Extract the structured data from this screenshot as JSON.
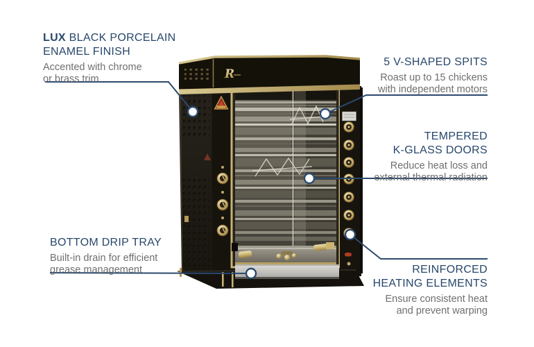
{
  "theme": {
    "background": "#ffffff",
    "accent_navy": "#2b4a6f",
    "heading_color": "#27476b",
    "body_text_color": "#6f6f6f",
    "brass_trim": "#c6b173",
    "oven_black": "#17140e",
    "drip_tray_gray": "#c9c8c4",
    "warning_red": "#93301f",
    "callout_dot_fill": "#ffffff"
  },
  "product": {
    "description": "Rotisserie oven, black porcelain enamel finish with brass trim, glass doors and control knobs",
    "logo_glyph": "R"
  },
  "callouts": {
    "finish": {
      "heading_bold": "LUX",
      "heading_line1_rest": " BLACK PORCELAIN",
      "heading_line2": "ENAMEL FINISH",
      "desc_line1": "Accented with chrome",
      "desc_line2": "or brass trim"
    },
    "spits": {
      "heading_line1": "5 V-SHAPED SPITS",
      "desc_line1": "Roast up to 15 chickens",
      "desc_line2": "with independent motors"
    },
    "glass_doors": {
      "heading_line1": "TEMPERED",
      "heading_line2": "K-GLASS DOORS",
      "desc_line1": "Reduce heat loss and",
      "desc_line2": "external thermal radiation"
    },
    "drip_tray": {
      "heading_line1": "BOTTOM DRIP TRAY",
      "desc_line1": "Built-in drain for efficient",
      "desc_line2": "grease management"
    },
    "heating_elements": {
      "heading_line1": "REINFORCED",
      "heading_line2": "HEATING ELEMENTS",
      "desc_line1": "Ensure consistent heat",
      "desc_line2": "and prevent warping"
    }
  }
}
